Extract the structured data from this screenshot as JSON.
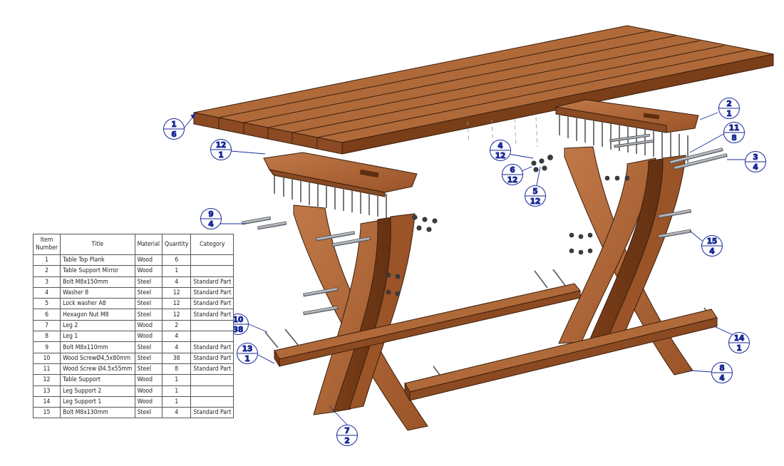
{
  "bom": {
    "headers": [
      "Item\nNumber",
      "Title",
      "Material",
      "Quantity",
      "Category"
    ],
    "rows": [
      {
        "item": "1",
        "title": "Table Top Plank",
        "material": "Wood",
        "qty": "6",
        "category": ""
      },
      {
        "item": "2",
        "title": "Table Support Mirror",
        "material": "Wood",
        "qty": "1",
        "category": ""
      },
      {
        "item": "3",
        "title": "Bolt M8x150mm",
        "material": "Steel",
        "qty": "4",
        "category": "Standard Part"
      },
      {
        "item": "4",
        "title": "Washer 8",
        "material": "Steel",
        "qty": "12",
        "category": "Standard Part"
      },
      {
        "item": "5",
        "title": "Lock washer A8",
        "material": "Steel",
        "qty": "12",
        "category": "Standard Part"
      },
      {
        "item": "6",
        "title": "Hexagon Nut  M8",
        "material": "Steel",
        "qty": "12",
        "category": "Standard Part"
      },
      {
        "item": "7",
        "title": "Leg 2",
        "material": "Wood",
        "qty": "2",
        "category": ""
      },
      {
        "item": "8",
        "title": "Leg 1",
        "material": "Wood",
        "qty": "4",
        "category": ""
      },
      {
        "item": "9",
        "title": "Bolt  M8x110mm",
        "material": "Steel",
        "qty": "4",
        "category": "Standard Part"
      },
      {
        "item": "10",
        "title": "Wood ScrewØ4,5x80mm",
        "material": "Steel",
        "qty": "38",
        "category": "Standard Part"
      },
      {
        "item": "11",
        "title": "Wood Screw Ø4.5x55mm",
        "material": "Steel",
        "qty": "8",
        "category": "Standard Part"
      },
      {
        "item": "12",
        "title": "Table Support",
        "material": "Wood",
        "qty": "1",
        "category": ""
      },
      {
        "item": "13",
        "title": "Leg Support 2",
        "material": "Wood",
        "qty": "1",
        "category": ""
      },
      {
        "item": "14",
        "title": "Leg Support 1",
        "material": "Wood",
        "qty": "1",
        "category": ""
      },
      {
        "item": "15",
        "title": "Bolt M8x130mm",
        "material": "Steel",
        "qty": "4",
        "category": "Standard Part"
      }
    ]
  },
  "balloons": [
    {
      "item": "1",
      "qty": "6"
    },
    {
      "item": "2",
      "qty": "1"
    },
    {
      "item": "3",
      "qty": "4"
    },
    {
      "item": "4",
      "qty": "12"
    },
    {
      "item": "5",
      "qty": "12"
    },
    {
      "item": "6",
      "qty": "12"
    },
    {
      "item": "7",
      "qty": "2"
    },
    {
      "item": "8",
      "qty": "4"
    },
    {
      "item": "9",
      "qty": "4"
    },
    {
      "item": "10",
      "qty": "38"
    },
    {
      "item": "11",
      "qty": "8"
    },
    {
      "item": "12",
      "qty": "1"
    },
    {
      "item": "13",
      "qty": "1"
    },
    {
      "item": "14",
      "qty": "1"
    },
    {
      "item": "15",
      "qty": "4"
    }
  ],
  "colors": {
    "wood_top": "#b8703f",
    "wood_side": "#8a4a22",
    "wood_dark": "#6e3815",
    "steel": "#a9b0b8",
    "balloon_ink": "#1a2a9a"
  }
}
